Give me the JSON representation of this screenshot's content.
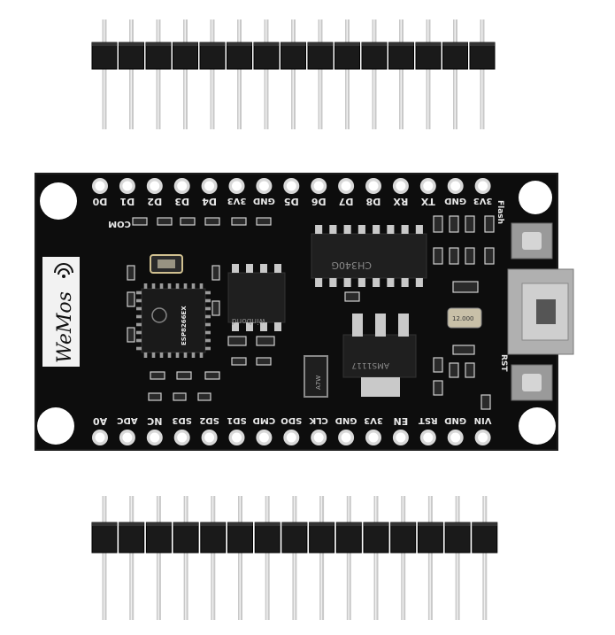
{
  "colors": {
    "background": "#ffffff",
    "pcb": "#0d0d0d",
    "pcb_edge": "#1c1c1c",
    "silkscreen": "#e8e8e8",
    "pad_ring": "#d8d8d8",
    "hole": "#ffffff",
    "header_plastic": "#1a1a1a",
    "pin_metal": "#c9c9c9",
    "chip_body": "#1f1f1f",
    "usb_metal": "#b8b8b8",
    "button": "#cfcfcf",
    "crystal": "#c8c0a8"
  },
  "board": {
    "top_pin_labels": [
      "D0",
      "D1",
      "D2",
      "D3",
      "D4",
      "3V3",
      "GND",
      "D5",
      "D6",
      "D7",
      "D8",
      "RX",
      "TX",
      "GND",
      "3V3"
    ],
    "bottom_pin_labels": [
      "A0",
      "ADC",
      "NC",
      "SD3",
      "SD2",
      "SD1",
      "CMD",
      "SDO",
      "CLK",
      "GND",
      "3V3",
      "EN",
      "RST",
      "GND",
      "VIN"
    ],
    "silkscreen": {
      "com_label": "COM",
      "flash_label": "Flash",
      "rst_label": "RST",
      "logo_text": "WeMos"
    },
    "chips": {
      "esp_label": "ESP8266EX",
      "flash_label": "winbond",
      "usb_serial_label": "CH340G",
      "regulator_label": "AMS1117",
      "crystal_label": "12.000",
      "diode_label": "A7W"
    }
  },
  "header_pins": {
    "top_count": 15,
    "bottom_count": 15
  }
}
